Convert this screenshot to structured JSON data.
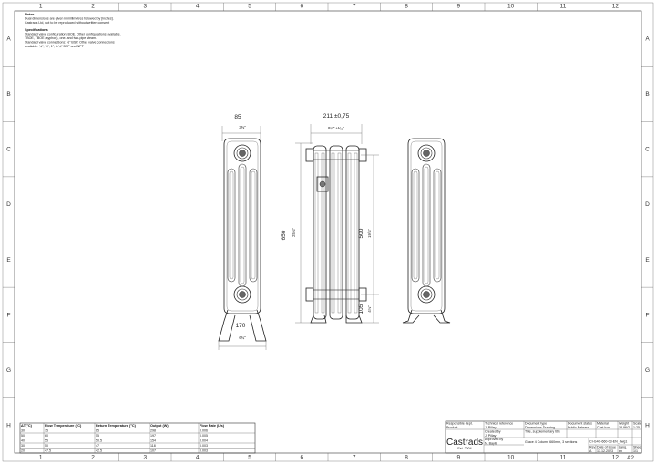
{
  "zones": {
    "columns": [
      "1",
      "2",
      "3",
      "4",
      "5",
      "6",
      "7",
      "8",
      "9",
      "10",
      "11",
      "12"
    ],
    "rows": [
      "A",
      "B",
      "C",
      "D",
      "E",
      "F",
      "G",
      "H"
    ]
  },
  "notes": {
    "title": "Notes",
    "lines": [
      "Dual dimensions are given in millimetres followed by [inches].",
      "Castrads Ltd, not to be reproduced without written consent"
    ],
    "spec_title": "Specifications",
    "spec_lines": [
      "Standard valve configuration: BOE. Other configurations available.",
      "TBOE, TBOE (syphon), one- and two-pipe steam.",
      "Standard valve connections: ½\" BSP. Other valve connections",
      "available: ¼\", ¾\", 1\", 1-¼\" BSP and NPT"
    ]
  },
  "dimensions": {
    "side_depth": "85",
    "side_depth_in": "3⅜\"",
    "front_width": "211 ±0,75",
    "front_width_in": "8¼\" ±⅟₃₂\"",
    "height": "650",
    "height_in": "25⅝\"",
    "centres": "500",
    "centres_in": "19⅝\"",
    "base_height": "105",
    "base_height_in": "4⅛\"",
    "foot_width": "170",
    "foot_width_in": "6¾\""
  },
  "output_table": {
    "headers": [
      "ΔT(°C)",
      "Flow Temperature (°C)",
      "Return Temperature (°C)",
      "Output (W)",
      "Flow Rate (L/s)"
    ],
    "rows": [
      [
        "30",
        "75",
        "65",
        "298",
        "0.006"
      ],
      [
        "50",
        "60",
        "55",
        "197",
        "0.005"
      ],
      [
        "40",
        "55",
        "50.5",
        "154",
        "0.004"
      ],
      [
        "30",
        "50",
        "47",
        "118",
        "0.003"
      ],
      [
        "20",
        "47.5",
        "42.5",
        "107",
        "0.003"
      ]
    ]
  },
  "title_block": {
    "logo": "Castrads",
    "logo_sub": "Est. 2004",
    "responsible_dept_label": "Responsible dept.",
    "responsible_dept": "Product",
    "technical_ref_label": "Technical reference",
    "technical_ref": "J. Pillay",
    "created_by_label": "Created by",
    "created_by": "J. Pillay",
    "approved_by_label": "Approved by",
    "approved_by": "N. Baylis",
    "doc_type_label": "Document type",
    "doc_type": "Dimensions Drawing",
    "doc_status_label": "Document status",
    "doc_status": "Public Release",
    "material_label": "Material",
    "material": "Cast Iron",
    "weight_label": "Weight",
    "weight": "18.9KG",
    "scale_label": "Scale",
    "scale": "1:25",
    "title_label": "Title, supplementary title",
    "title": "Grace 4 Column 660mm, 3 sections",
    "drawing_no": "CI-G4C-660-03-EN_dwg1",
    "rev_label": "Rev.",
    "rev": "A",
    "date_label": "Date of issue",
    "date": "13.12.2023",
    "lang_label": "Lang.",
    "lang": "en",
    "sheet_label": "Sheet",
    "sheet": "1/1",
    "paper": "A2"
  }
}
